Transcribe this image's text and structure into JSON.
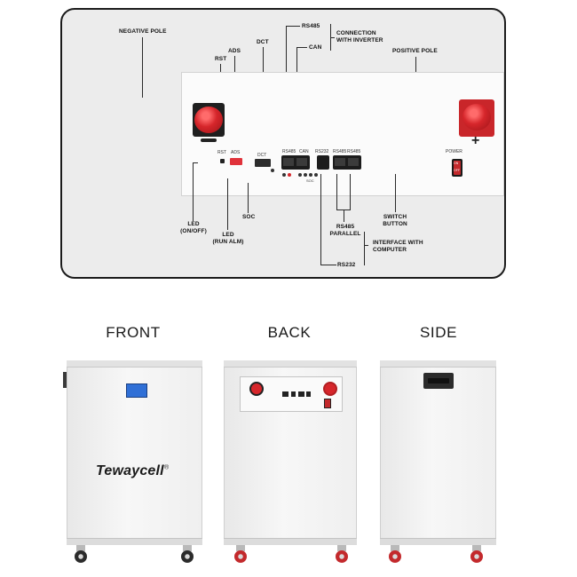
{
  "diagram": {
    "labels": {
      "negative_pole": "NEGATIVE POLE",
      "positive_pole": "POSITIVE POLE",
      "rst": "RST",
      "ads": "ADS",
      "dct": "DCT",
      "rs485": "RS485",
      "can": "CAN",
      "connection_line1": "CONNECTION",
      "connection_line2": "WITH INVERTER",
      "led_onoff_line1": "LED",
      "led_onoff_line2": "(ON/OFF)",
      "led_run_line1": "LED",
      "led_run_line2": "(RUN ALM)",
      "soc": "SOC",
      "rs485_parallel_line1": "RS485",
      "rs485_parallel_line2": "PARALLEL",
      "interface_line1": "INTERFACE WITH",
      "interface_line2": "COMPUTER",
      "rs232": "RS232",
      "switch_line1": "SWITCH",
      "switch_line2": "BUTTON"
    },
    "panel_text": {
      "rst": "RST",
      "ads": "ADS",
      "dct": "DCT",
      "rs485": "RS485",
      "can": "CAN",
      "rs232": "RS232",
      "rs485_a": "RS485",
      "rs485_b": "RS485",
      "power": "POWER",
      "on": "ON",
      "off": "OFF",
      "soc": "SOC",
      "plus": "+"
    }
  },
  "views": {
    "front": "FRONT",
    "back": "BACK",
    "side": "SIDE"
  },
  "brand": {
    "name": "Tewaycell",
    "mark": "®"
  },
  "colors": {
    "pole_red": "#d6262b",
    "display_blue": "#2f6fd6",
    "dip_red": "#e0323a"
  }
}
